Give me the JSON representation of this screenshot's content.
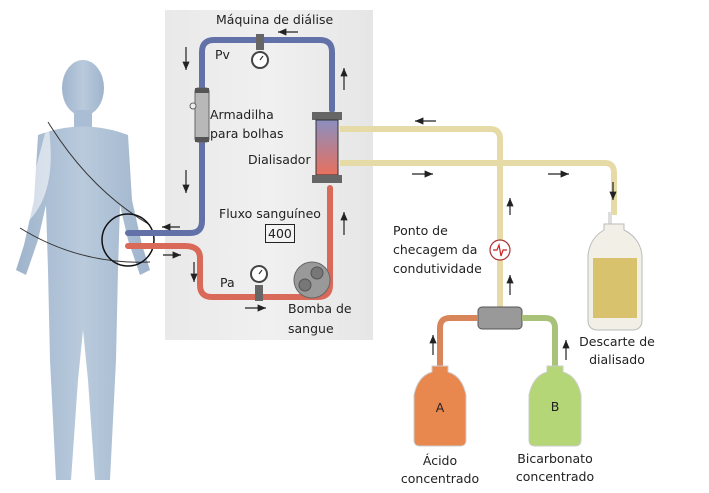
{
  "title": "Máquina de diálise",
  "labels": {
    "machine": "Máquina de diálise",
    "venous_pressure": "Pv",
    "arterial_pressure": "Pa",
    "bubble_trap": [
      "Armadilha",
      "para bolhas"
    ],
    "dialyzer": "Dialisador",
    "blood_flow": "Fluxo sanguíneo",
    "blood_flow_value": "400",
    "blood_pump": [
      "Bomba de",
      "sangue"
    ],
    "conductivity": [
      "Ponto de",
      "checagem da",
      "condutividade"
    ],
    "waste": [
      "Descarte de",
      "dialisado"
    ],
    "acid": [
      "Ácido",
      "concentrado"
    ],
    "bicarbonate": [
      "Bicarbonato",
      "concentrado"
    ],
    "container_a": "A",
    "container_b": "B"
  },
  "colors": {
    "venous_line": "#6272a8",
    "arterial_line": "#d96a5a",
    "dialysate_line": "#e6dba6",
    "acid": "#e8884e",
    "bicarbonate": "#b4d676",
    "waste": "#d8c26e",
    "body": "#a9bdd4",
    "machine_panel": "#ececec"
  }
}
